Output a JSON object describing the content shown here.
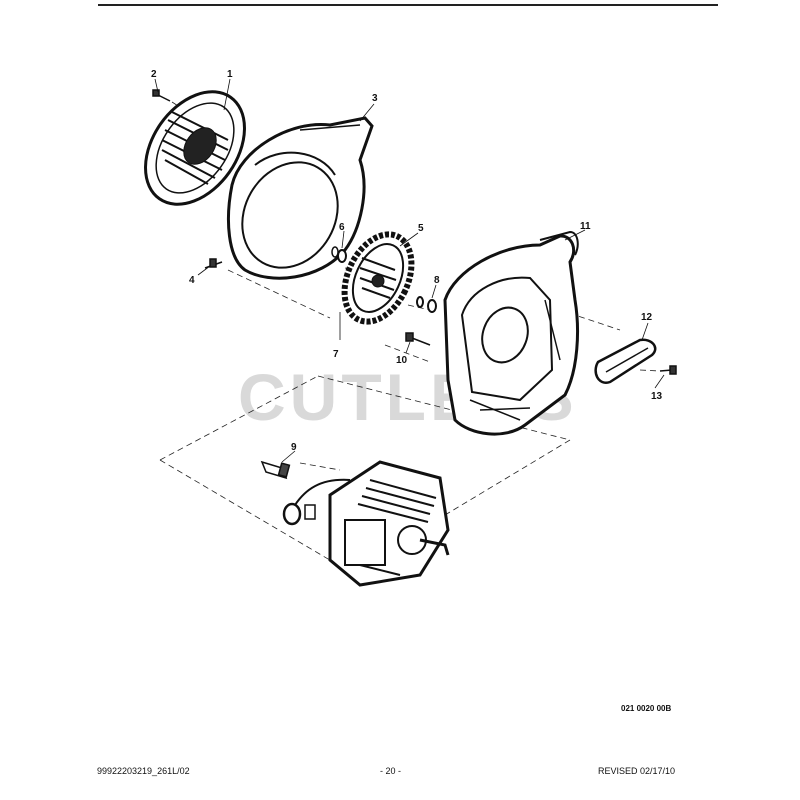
{
  "diagram": {
    "watermark": "CUTLERS",
    "drawing_id": "021 0020 00B",
    "callouts": [
      "1",
      "2",
      "3",
      "4",
      "5",
      "6",
      "7",
      "8",
      "9",
      "10",
      "11",
      "12",
      "13"
    ]
  },
  "footer": {
    "doc_number": "99922203219_261L/02",
    "page_number": "- 20 -",
    "revision": "REVISED 02/17/10"
  }
}
